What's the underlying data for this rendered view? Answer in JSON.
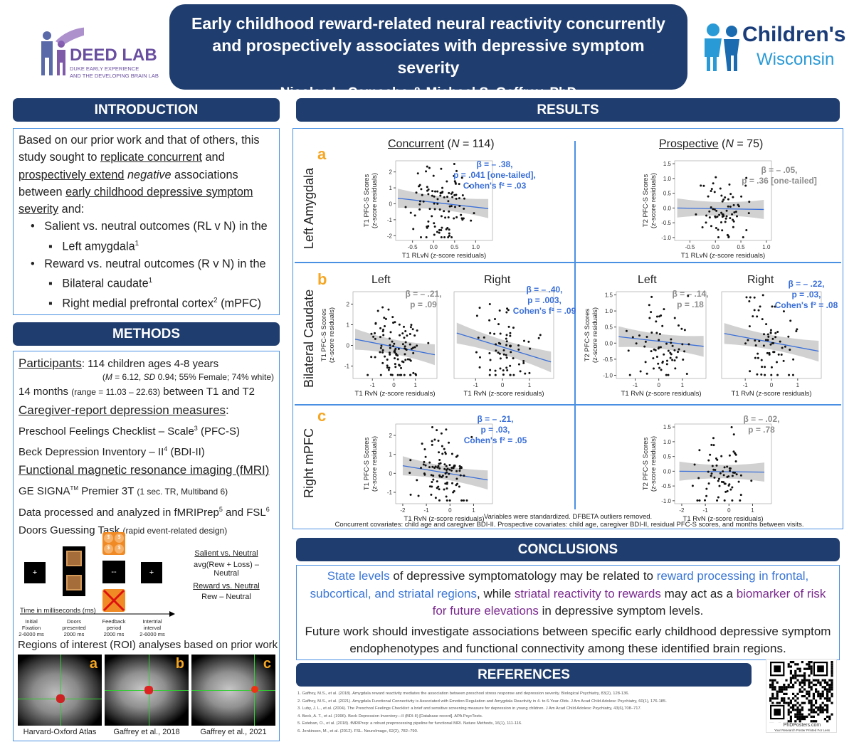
{
  "header": {
    "lab_name": "DEED LAB",
    "lab_sub1": "DUKE EARLY EXPERIENCE",
    "lab_sub2": "AND THE DEVELOPING BRAIN LAB",
    "title": "Early childhood reward-related neural reactivity concurrently and prospectively associates with depressive symptom severity",
    "authors": "Nicolas L. Camacho & Michael S. Gaffrey, PhD",
    "sponsor1": "Children's",
    "sponsor2": "Wisconsin"
  },
  "intro": {
    "heading": "INTRODUCTION",
    "p1a": "Based on our prior work and that of others, this study sought to ",
    "p1b": "replicate concurrent",
    "p1c": " and ",
    "p1d": "prospectively extend",
    "p1e": " ",
    "p1f": "negative",
    "p1g": " associations between ",
    "p1h": "early childhood depressive symptom severity",
    "p1i": " and:",
    "b1": "Salient vs. neutral outcomes (RL v N) in the",
    "b1s": "Left amygdala",
    "b1sup": "1",
    "b2": "Reward vs. neutral outcomes (R v N) in the",
    "b2s1": "Bilateral caudate",
    "b2s1sup": "1",
    "b2s2a": "Right medial prefrontal cortex",
    "b2s2sup": "2",
    "b2s2b": " (mPFC)"
  },
  "methods": {
    "heading": "METHODS",
    "part_label": "Participants",
    "part_text": ": 114 children ages 4-8 years",
    "part_detail_pre": "(",
    "part_M": "M",
    "part_detail_mid": " = 6.12, ",
    "part_SD": "SD",
    "part_detail_post": " 0.94; 55% Female; 74% white)",
    "months_a": "14 months ",
    "months_b": "(range = 11.03 – 22.63)",
    "months_c": " between T1 and T2",
    "care_label": "Caregiver-report depression measures",
    "care_colon": ":",
    "pfcs_a": "Preschool Feelings Checklist – Scale",
    "pfcs_sup": "3",
    "pfcs_b": " (PFC-S)",
    "bdi_a": "Beck Depression Inventory – II",
    "bdi_sup": "4",
    "bdi_b": " (BDI-II)",
    "fmri_label": "Functional magnetic resonance imaging (fMRI)",
    "ge_a": "GE SIGNA",
    "ge_sup": "TM",
    "ge_b": " Premier 3T ",
    "ge_c": "(1 sec. TR, Multiband 6)",
    "proc_a": "Data processed and analyzed in fMRIPrep",
    "proc_sup1": "5",
    "proc_b": " and FSL",
    "proc_sup2": "6",
    "task_a": "Doors Guessing Task ",
    "task_b": "(rapid event-related design)",
    "sal_label": "Salient vs. Neutral",
    "sal_formula": "avg(Rew + Loss) – Neutral",
    "rew_label": "Reward vs. Neutral",
    "rew_formula": "Rew – Neutral",
    "time_label": "Time in milliseconds (ms)",
    "phases": [
      [
        "Initial",
        "Fixation",
        "2-6000 ms"
      ],
      [
        "Doors",
        "presented",
        "2000 ms"
      ],
      [
        "Feedback",
        "period",
        "2000 ms"
      ],
      [
        "Intertrial",
        "interval",
        "2-6000 ms"
      ]
    ],
    "roi_text": "Regions of interest (ROI) analyses based on prior work",
    "brain_captions": [
      "Harvard-Oxford Atlas",
      "Gaffrey et al., 2018",
      "Gaffrey et al., 2021"
    ],
    "brain_letters": [
      "a",
      "b",
      "c"
    ],
    "fix": "+",
    "dash": "--"
  },
  "results": {
    "heading": "RESULTS",
    "col1_a": "Concurrent",
    "col1_b": " (",
    "col1_N": "N",
    "col1_c": " = 114)",
    "col2_a": "Prospective",
    "col2_b": " (",
    "col2_N": "N",
    "col2_c": " = 75)",
    "rows": [
      {
        "letter": "a",
        "label": "Left Amygdala"
      },
      {
        "letter": "b",
        "label": "Bilateral Caudate"
      },
      {
        "letter": "c",
        "label": "Right mPFC"
      }
    ],
    "left": "Left",
    "right": "Right",
    "note1": "Variables were standardized. DFBETA outliers removed.",
    "note2": "Concurrent covariates: child age and caregiver BDI-II. Prospective covariates: child age, caregiver BDI-II, residual PFC-S scores, and months between visits."
  },
  "conclusions": {
    "heading": "CONCLUSIONS",
    "s1": "State levels",
    "s2": " of depressive symptomatology may be related to ",
    "s3": "reward processing in frontal, subcortical, and striatal regions",
    "s4": ", while ",
    "s5": "striatal reactivity to rewards",
    "s6": " may act as a ",
    "s7": "biomarker of risk for future elevations",
    "s8": " in depressive symptom levels.",
    "p2": "Future work should investigate associations between specific early childhood depressive symptom endophenotypes and functional connectivity among these identified brain regions."
  },
  "references": {
    "heading": "REFERENCES",
    "items": [
      "1. Gaffrey, M.S., et al. (2018). Amygdala reward reactivity mediates the association between preschool stress response and depression severity. Biological Psychiatry, 83(2), 128-136.",
      "2. Gaffrey, M.S., et al. (2021). Amygdala Functional Connectivity is Associated with Emotion Regulation and Amygdala Reactivity in 4- to 6-Year-Olds. J Am Acad Child Adolesc Psychiatry, 60(1), 176-185.",
      "3. Luby, J. L., et al. (2004). The Preschool Feelings Checklist: a brief and sensitive screening measure for depression in young children. J Am Acad Child Adolesc Psychiatry, 43(6),708–717.",
      "4. Beck, A. T., et al. (1996). Beck Depression Inventory—II (BDI-II) [Database record]. APA PsycTests.",
      "5. Esteban, O., et al. (2018). fMRIPrep: a robust preprocessing pipeline for functional MRI. Nature Methods, 16(1), 111-116.",
      "6. Jenkinson, M., et al. (2012). FSL. NeuroImage, 62(2), 782–790."
    ]
  },
  "qr": {
    "brand": "PhDPosters.com",
    "tagline": "Your Research Poster Printed For Less"
  },
  "chart_data": [
    {
      "type": "scatter",
      "id": "a-conc",
      "ylabel1": "T1 PFC-S Scores",
      "ylabel2": "(z-score residuals)",
      "xlabel": "T1 RLvN (z-score residuals)",
      "xticks": [
        "-0.5",
        "0.0",
        "0.5",
        "1.0"
      ],
      "yticks": [
        "-2",
        "-1",
        "0",
        "1",
        "2"
      ],
      "xlim": [
        -0.9,
        1.4
      ],
      "ylim": [
        -2.3,
        2.7
      ],
      "fit": [
        [
          -0.85,
          0.35
        ],
        [
          1.3,
          -0.3
        ]
      ],
      "stat": [
        "β = – .38,",
        "p = .041 [one-tailed],",
        "Cohen's f² = .03"
      ],
      "stat_color": "blue"
    },
    {
      "type": "scatter",
      "id": "a-pros",
      "ylabel1": "T2 PFC-S Scores",
      "ylabel2": "(z-score residuals)",
      "xlabel": "T1 RLvN (z-score residuals)",
      "xticks": [
        "-0.5",
        "0.0",
        "0.5",
        "1.0"
      ],
      "yticks": [
        "-1.0",
        "-0.5",
        "0.0",
        "0.5",
        "1.0",
        "1.5"
      ],
      "xlim": [
        -0.8,
        1.1
      ],
      "ylim": [
        -1.1,
        1.6
      ],
      "fit": [
        [
          -0.75,
          0.0
        ],
        [
          0.95,
          -0.05
        ]
      ],
      "stat": [
        "β = – .05,",
        "p = .36 [one-tailed]"
      ],
      "stat_color": "gray"
    },
    {
      "type": "scatter",
      "id": "b-conc-l",
      "ylabel1": "T1 PFC-S Scores",
      "ylabel2": "(z-score residuals)",
      "xlabel": "T1 RvN (z-score residuals)",
      "xticks": [
        "-1",
        "0",
        "1"
      ],
      "yticks": [
        "-1",
        "0",
        "1",
        "2"
      ],
      "xlim": [
        -1.9,
        2.0
      ],
      "ylim": [
        -1.6,
        2.6
      ],
      "fit": [
        [
          -1.8,
          0.3
        ],
        [
          1.9,
          -0.45
        ]
      ],
      "stat": [
        "β = – .21,",
        "p = .09"
      ],
      "stat_color": "gray"
    },
    {
      "type": "scatter",
      "id": "b-conc-r",
      "ylabel1": "",
      "ylabel2": "",
      "xlabel": "T1 RvN (z-score residuals)",
      "xticks": [
        "-1",
        "0",
        "1"
      ],
      "yticks": [],
      "xlim": [
        -1.8,
        1.9
      ],
      "ylim": [
        -1.6,
        2.6
      ],
      "fit": [
        [
          -1.7,
          0.6
        ],
        [
          1.8,
          -0.8
        ]
      ],
      "stat": [
        "β = – .40,",
        "p = .003,",
        "Cohen's f² = .09"
      ],
      "stat_color": "blue"
    },
    {
      "type": "scatter",
      "id": "b-pros-l",
      "ylabel1": "T2 PFC-S Scores",
      "ylabel2": "(z-score residuals)",
      "xlabel": "T1 RvN (z-score residuals)",
      "xticks": [
        "-1",
        "0",
        "1"
      ],
      "yticks": [
        "-1.0",
        "-0.5",
        "0.0",
        "0.5",
        "1.0",
        "1.5"
      ],
      "xlim": [
        -1.8,
        2.0
      ],
      "ylim": [
        -1.1,
        1.6
      ],
      "fit": [
        [
          -1.7,
          0.2
        ],
        [
          1.9,
          -0.1
        ]
      ],
      "stat": [
        "β = – .14,",
        "p = .18"
      ],
      "stat_color": "gray"
    },
    {
      "type": "scatter",
      "id": "b-pros-r",
      "ylabel1": "",
      "ylabel2": "",
      "xlabel": "T1 RvN (z-score residuals)",
      "xticks": [
        "-1",
        "0",
        "1"
      ],
      "yticks": [],
      "xlim": [
        -1.9,
        1.9
      ],
      "ylim": [
        -1.1,
        1.6
      ],
      "fit": [
        [
          -1.8,
          0.3
        ],
        [
          1.8,
          -0.25
        ]
      ],
      "stat": [
        "β = – .22,",
        "p = .03,",
        "Cohen's f² = .08"
      ],
      "stat_color": "blue"
    },
    {
      "type": "scatter",
      "id": "c-conc",
      "ylabel1": "T1 PFC-S Scores",
      "ylabel2": "(z-score residuals)",
      "xlabel": "T1 RvN (z-score residuals)",
      "xticks": [
        "-2",
        "-1",
        "0",
        "1"
      ],
      "yticks": [
        "-1",
        "0",
        "1",
        "2"
      ],
      "xlim": [
        -2.3,
        1.8
      ],
      "ylim": [
        -1.6,
        2.6
      ],
      "fit": [
        [
          -2.0,
          0.4
        ],
        [
          1.6,
          -0.35
        ]
      ],
      "stat": [
        "β = – .21,",
        "p = .03,",
        "Cohen's f² = .05"
      ],
      "stat_color": "blue"
    },
    {
      "type": "scatter",
      "id": "c-pros",
      "ylabel1": "T2 PFC-S Scores",
      "ylabel2": "(z-score residuals)",
      "xlabel": "T1 RvN (z-score residuals)",
      "xticks": [
        "-2",
        "-1",
        "0",
        "1"
      ],
      "yticks": [
        "-1.0",
        "-0.5",
        "0.0",
        "0.5",
        "1.0",
        "1.5"
      ],
      "xlim": [
        -2.3,
        1.8
      ],
      "ylim": [
        -1.1,
        1.6
      ],
      "fit": [
        [
          -2.1,
          0.0
        ],
        [
          1.5,
          -0.03
        ]
      ],
      "stat": [
        "β = – .02,",
        "p = .78"
      ],
      "stat_color": "gray"
    }
  ]
}
